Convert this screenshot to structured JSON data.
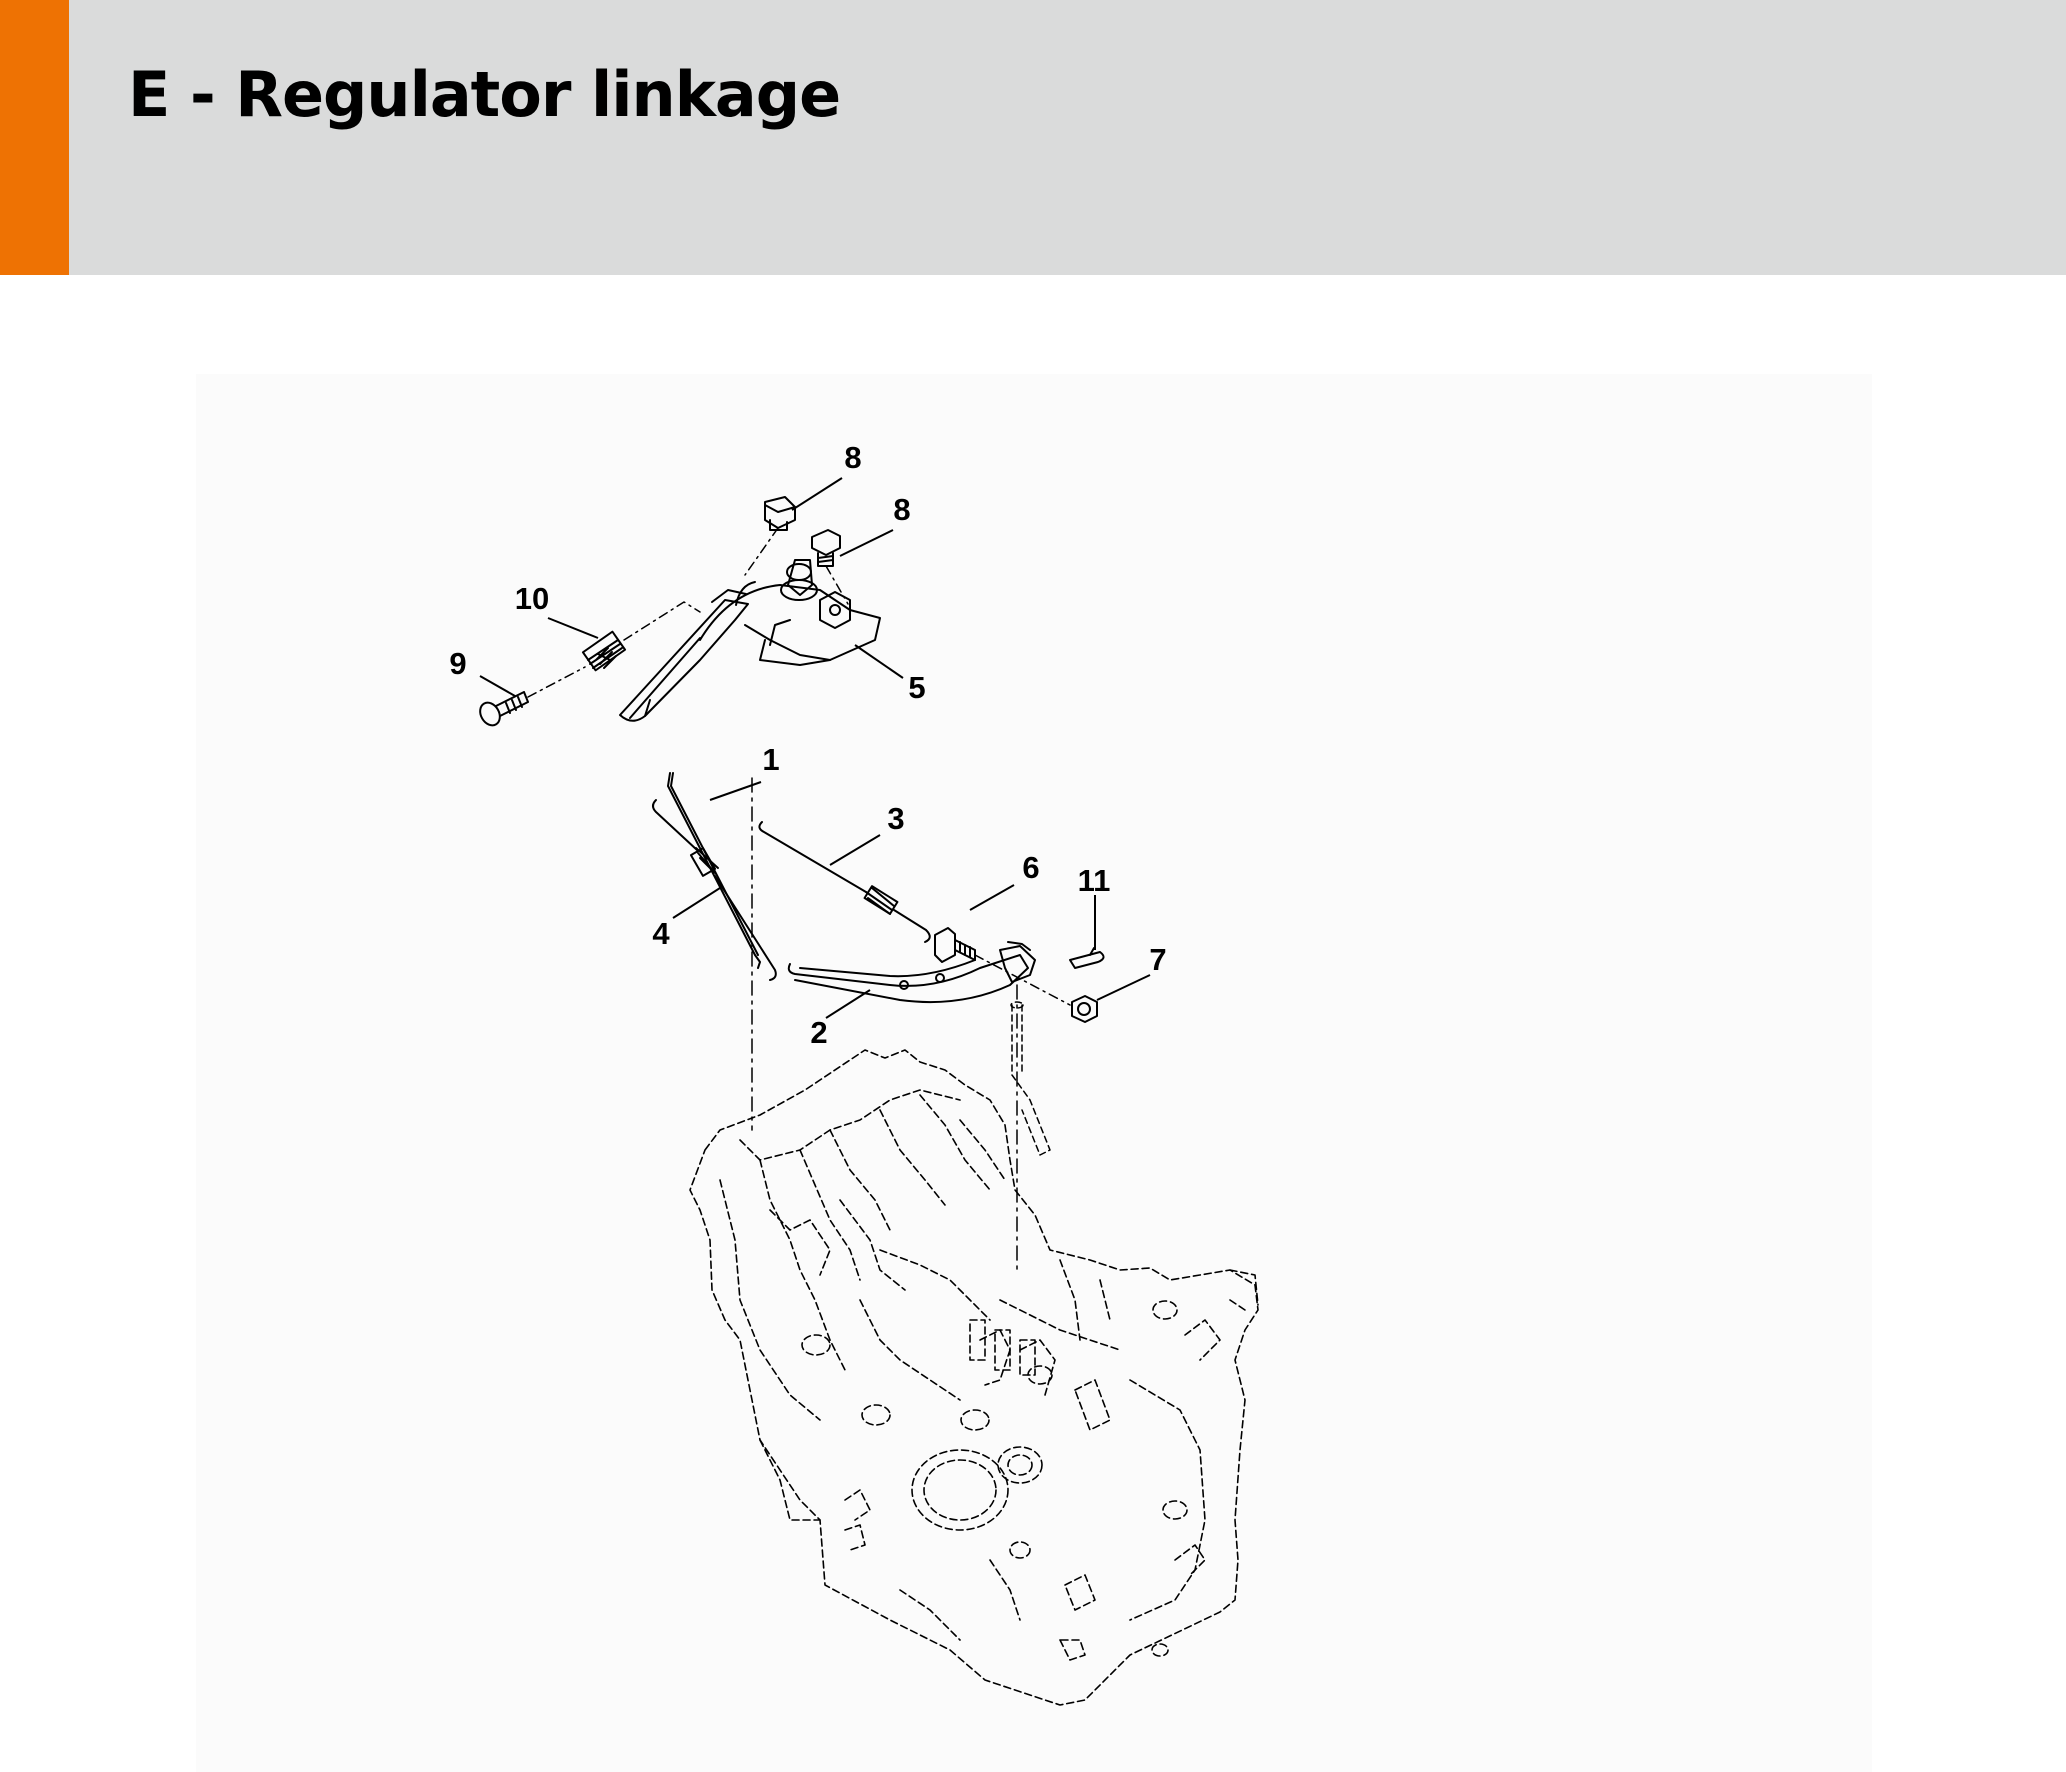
{
  "header": {
    "title": "E - Regulator linkage",
    "band_color": "#dadbdb",
    "accent_color": "#ee7203"
  },
  "diagram": {
    "callouts": [
      "1",
      "2",
      "3",
      "4",
      "5",
      "6",
      "7",
      "8",
      "8",
      "9",
      "10",
      "11"
    ]
  }
}
